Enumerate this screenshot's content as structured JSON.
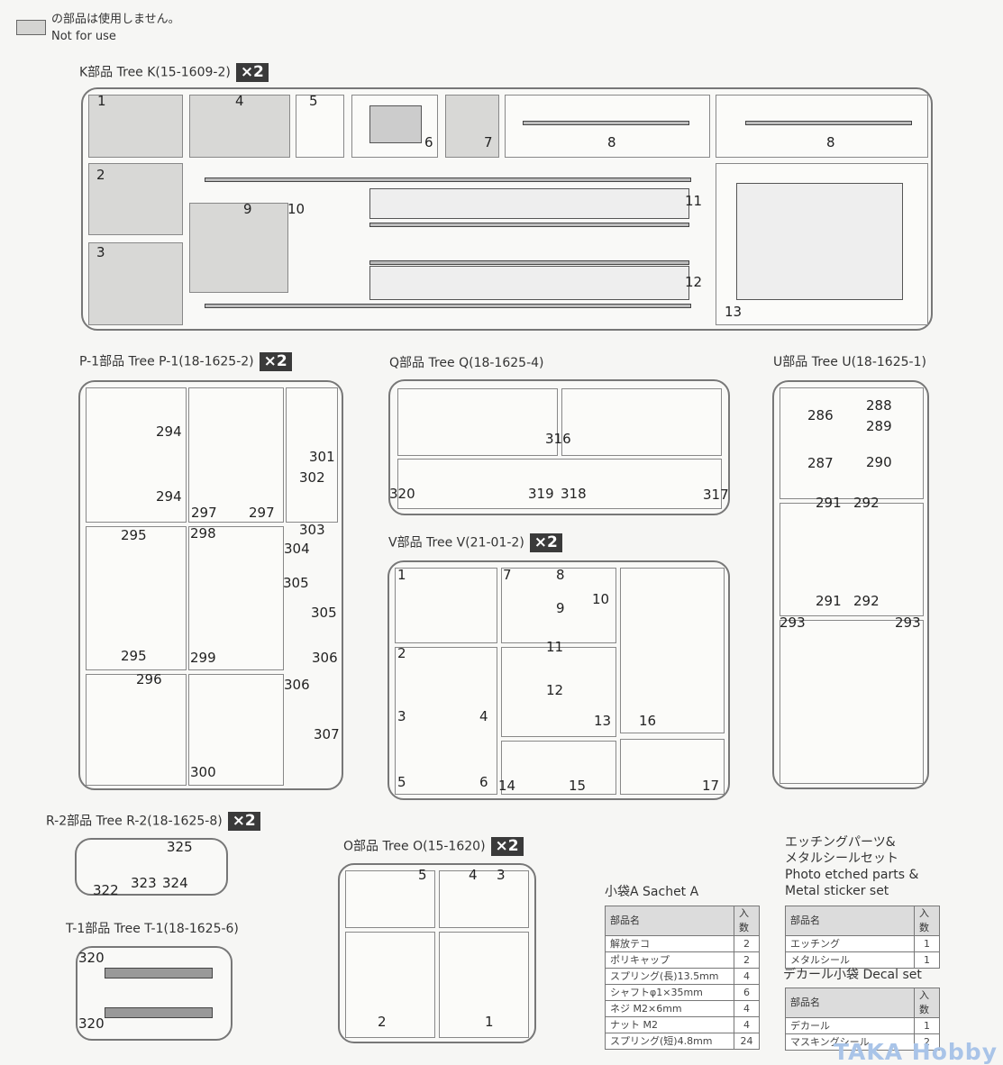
{
  "legend": {
    "ja": "の部品は使用しません。",
    "en": "Not for use"
  },
  "trees": {
    "K": {
      "title": "K部品 Tree K(15-1609-2)",
      "qty": "×2",
      "parts": [
        "1",
        "4",
        "5",
        "6",
        "7",
        "8",
        "8",
        "2",
        "9",
        "10",
        "11",
        "12",
        "3",
        "13"
      ]
    },
    "P1": {
      "title": "P-1部品 Tree P-1(18-1625-2)",
      "qty": "×2",
      "parts": [
        "294",
        "294",
        "297",
        "297",
        "301",
        "302",
        "303",
        "298",
        "304",
        "295",
        "295",
        "305",
        "305",
        "299",
        "306",
        "306",
        "296",
        "307",
        "300"
      ]
    },
    "Q": {
      "title": "Q部品 Tree Q(18-1625-4)",
      "parts": [
        "316",
        "320",
        "319",
        "318",
        "317"
      ]
    },
    "U": {
      "title": "U部品 Tree U(18-1625-1)",
      "parts": [
        "286",
        "288",
        "289",
        "287",
        "290",
        "291",
        "292",
        "291",
        "292",
        "293",
        "293"
      ]
    },
    "V": {
      "title": "V部品 Tree V(21-01-2)",
      "qty": "×2",
      "parts": [
        "1",
        "7",
        "8",
        "10",
        "9",
        "2",
        "11",
        "12",
        "3",
        "4",
        "13",
        "16",
        "5",
        "6",
        "14",
        "15",
        "17"
      ]
    },
    "R2": {
      "title": "R-2部品 Tree R-2(18-1625-8)",
      "qty": "×2",
      "parts": [
        "325",
        "322",
        "323",
        "324"
      ]
    },
    "O": {
      "title": "O部品 Tree O(15-1620)",
      "qty": "×2",
      "parts": [
        "5",
        "4",
        "3",
        "2",
        "1"
      ]
    },
    "T1": {
      "title": "T-1部品 Tree T-1(18-1625-6)",
      "parts": [
        "320",
        "320"
      ]
    }
  },
  "sachet": {
    "title": "小袋A Sachet A",
    "head": [
      "部品名",
      "入数"
    ],
    "rows": [
      [
        "解放テコ",
        "2"
      ],
      [
        "ポリキャップ",
        "2"
      ],
      [
        "スプリング(長)13.5mm",
        "4"
      ],
      [
        "シャフトφ1×35mm",
        "6"
      ],
      [
        "ネジ M2×6mm",
        "4"
      ],
      [
        "ナット M2",
        "4"
      ],
      [
        "スプリング(短)4.8mm",
        "24"
      ]
    ]
  },
  "etching": {
    "title_ja1": "エッチングパーツ&",
    "title_ja2": "メタルシールセット",
    "title_en1": "Photo etched parts &",
    "title_en2": "Metal sticker set",
    "head": [
      "部品名",
      "入数"
    ],
    "rows": [
      [
        "エッチング",
        "1"
      ],
      [
        "メタルシール",
        "1"
      ]
    ]
  },
  "decal": {
    "title": "デカール小袋 Decal set",
    "head": [
      "部品名",
      "入数"
    ],
    "rows": [
      [
        "デカール",
        "1"
      ],
      [
        "マスキングシール",
        "2"
      ]
    ]
  },
  "watermark": "TAKA Hobby"
}
